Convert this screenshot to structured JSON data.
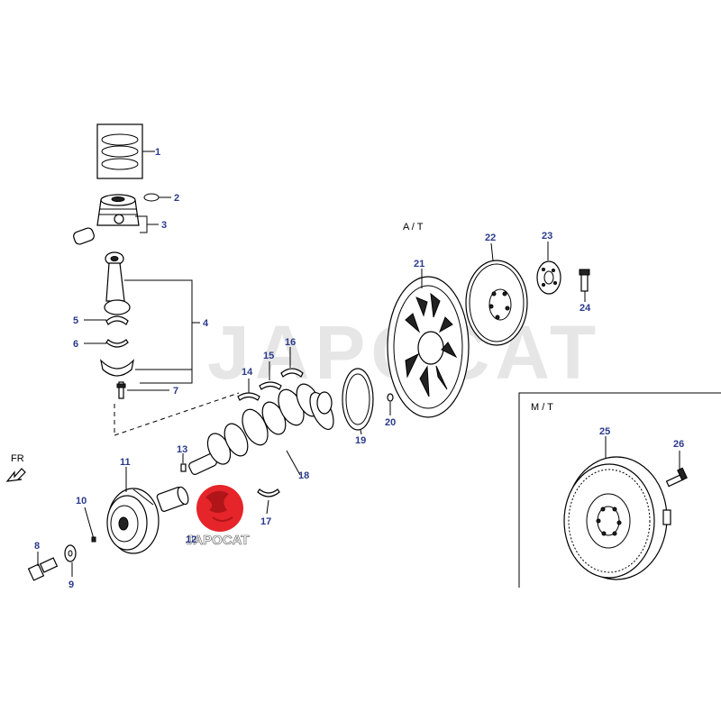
{
  "diagram": {
    "section_at": "A / T",
    "section_mt": "M / T",
    "front_indicator": "FR",
    "watermark": "JAPOCAT",
    "logo_text": "JAPOCAT",
    "callouts": [
      "1",
      "2",
      "3",
      "4",
      "5",
      "6",
      "7",
      "8",
      "9",
      "10",
      "11",
      "12",
      "13",
      "14",
      "15",
      "16",
      "17",
      "18",
      "19",
      "20",
      "21",
      "22",
      "23",
      "24",
      "25",
      "26"
    ]
  },
  "colors": {
    "callout_number": "#2a3a8c",
    "line": "#000000",
    "logo_red": "#e5252a",
    "watermark": "#e6e6e6"
  }
}
